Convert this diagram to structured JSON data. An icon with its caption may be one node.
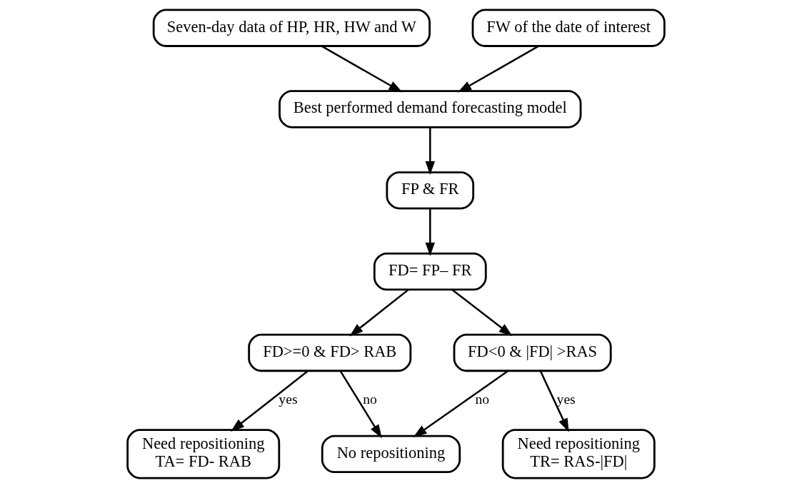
{
  "diagram": {
    "nodes": [
      {
        "text": [
          "Seven-day data of HP, HR, HW and W"
        ]
      },
      {
        "text": [
          "FW of the date of interest"
        ]
      },
      {
        "text": [
          "Best performed demand forecasting model"
        ]
      },
      {
        "text": [
          "FP & FR"
        ]
      },
      {
        "text": [
          "FD= FP– FR"
        ]
      },
      {
        "text": [
          "FD>=0 & FD> RAB"
        ]
      },
      {
        "text": [
          "FD<0 & |FD| >RAS"
        ]
      },
      {
        "text": [
          "Need repositioning",
          "TA= FD- RAB"
        ]
      },
      {
        "text": [
          "No repositioning"
        ]
      },
      {
        "text": [
          "Need repositioning",
          "TR= RAS-|FD|"
        ]
      }
    ],
    "edges": [
      {
        "from": 0,
        "to": 2,
        "arrow": "to"
      },
      {
        "from": 1,
        "to": 2,
        "arrow": "to"
      },
      {
        "from": 2,
        "to": 3,
        "arrow": "to"
      },
      {
        "from": 3,
        "to": 4,
        "arrow": "to"
      },
      {
        "from": 4,
        "to": 5,
        "arrow": "to"
      },
      {
        "from": 4,
        "to": 6,
        "arrow": "to"
      },
      {
        "from": 5,
        "to": 7,
        "arrow": "to",
        "label": "yes"
      },
      {
        "from": 5,
        "to": 8,
        "arrow": "to",
        "label": "no"
      },
      {
        "from": 6,
        "to": 8,
        "arrow": "to",
        "label": "no"
      },
      {
        "from": 6,
        "to": 9,
        "arrow": "to",
        "label": "yes"
      }
    ]
  }
}
